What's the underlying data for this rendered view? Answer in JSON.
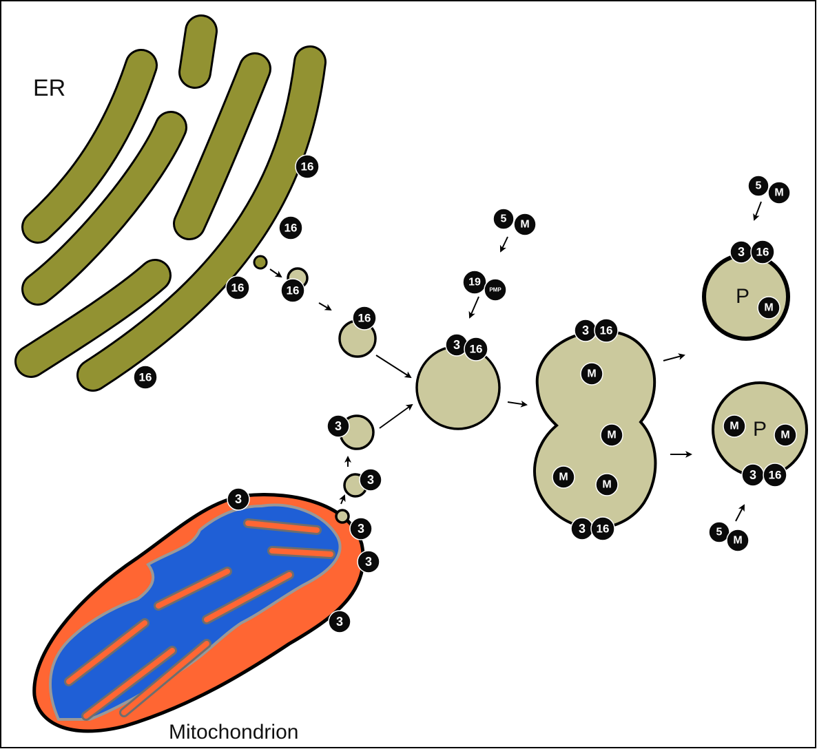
{
  "labels": {
    "er": "ER",
    "mitochondrion": "Mitochondrion",
    "peroxisome": "P"
  },
  "proteins": {
    "pex16": "16",
    "pex3": "3",
    "pex5": "5",
    "pex19": "19",
    "pmp": "PMP",
    "matrix": "M"
  },
  "colors": {
    "er_fill": "#929232",
    "vesicle_fill": "#cbc99d",
    "mito_outer": "#ff6633",
    "mito_inner": "#1f5fd6",
    "badge": "#0a0a0a",
    "outline": "#000000"
  }
}
